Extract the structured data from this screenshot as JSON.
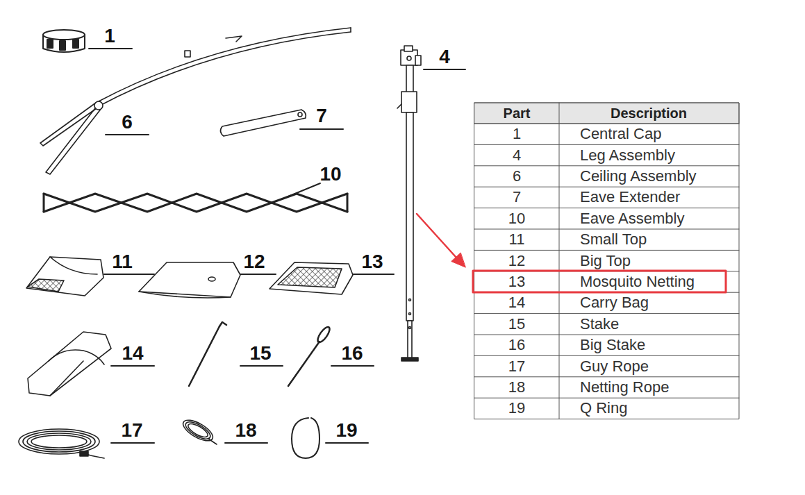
{
  "diagram": {
    "labels": [
      "1",
      "6",
      "7",
      "10",
      "11",
      "12",
      "13",
      "14",
      "15",
      "16",
      "17",
      "18",
      "19",
      "4",
      "Part",
      "Description",
      "1",
      "Central Cap",
      "4",
      "Leg Assembly",
      "6",
      "Ceiling Assembly",
      "7",
      "Eave Extender",
      "10",
      "Eave Assembly",
      "11",
      "Small Top",
      "12",
      "Big Top",
      "13",
      "Mosquito Netting",
      "14",
      "Carry Bag",
      "15",
      "Stake",
      "16",
      "Big Stake",
      "17",
      "Guy Rope",
      "18",
      "Netting Rope",
      "19",
      "Q Ring"
    ]
  }
}
